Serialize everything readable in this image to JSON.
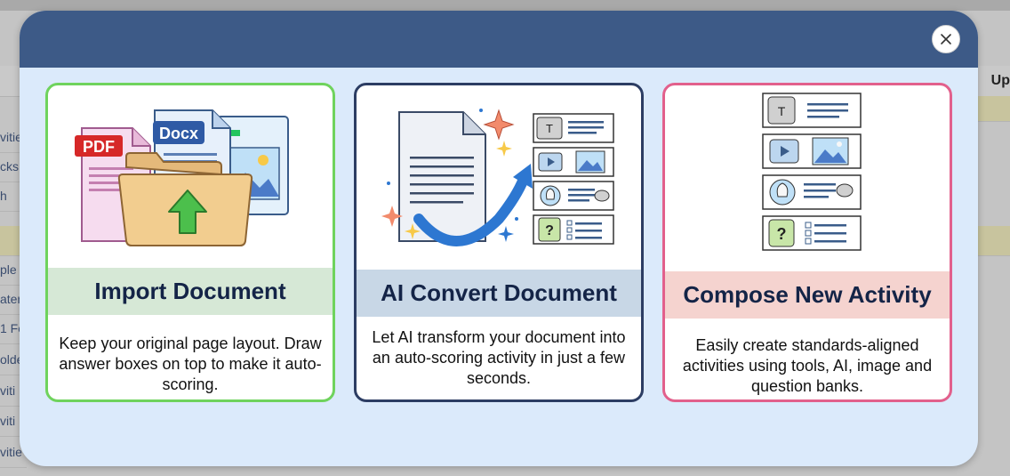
{
  "background": {
    "column_header": "Up",
    "row_fragments": [
      "vitie",
      "cks",
      "h",
      "",
      "ple",
      "ater",
      "1 Fo",
      "olde",
      "viti",
      "viti",
      "vitie"
    ]
  },
  "modal": {
    "close_label": "×",
    "cards": [
      {
        "title": "Import Document",
        "description": "Keep your original page layout. Draw answer boxes on top to make it auto-scoring.",
        "illustration": {
          "pdf_label": "PDF",
          "docx_label": "Docx"
        },
        "border_color": "#6fd35d",
        "title_bg": "#d6e8d6"
      },
      {
        "title": "AI Convert Document",
        "description": "Let AI transform your document into an auto-scoring activity in just a few seconds.",
        "illustration": {
          "text_block_label": "T",
          "question_label": "?"
        },
        "border_color": "#2c3d63",
        "title_bg": "#c8d7e6"
      },
      {
        "title": "Compose New Activity",
        "description": "Easily create standards-aligned activities using tools, AI, image and question banks.",
        "illustration": {
          "text_block_label": "T",
          "question_label": "?"
        },
        "border_color": "#e2608c",
        "title_bg": "#f5d3cf"
      }
    ]
  },
  "colors": {
    "modal_header": "#3d5a87",
    "modal_body": "#dbeafb",
    "title_text": "#142447"
  }
}
